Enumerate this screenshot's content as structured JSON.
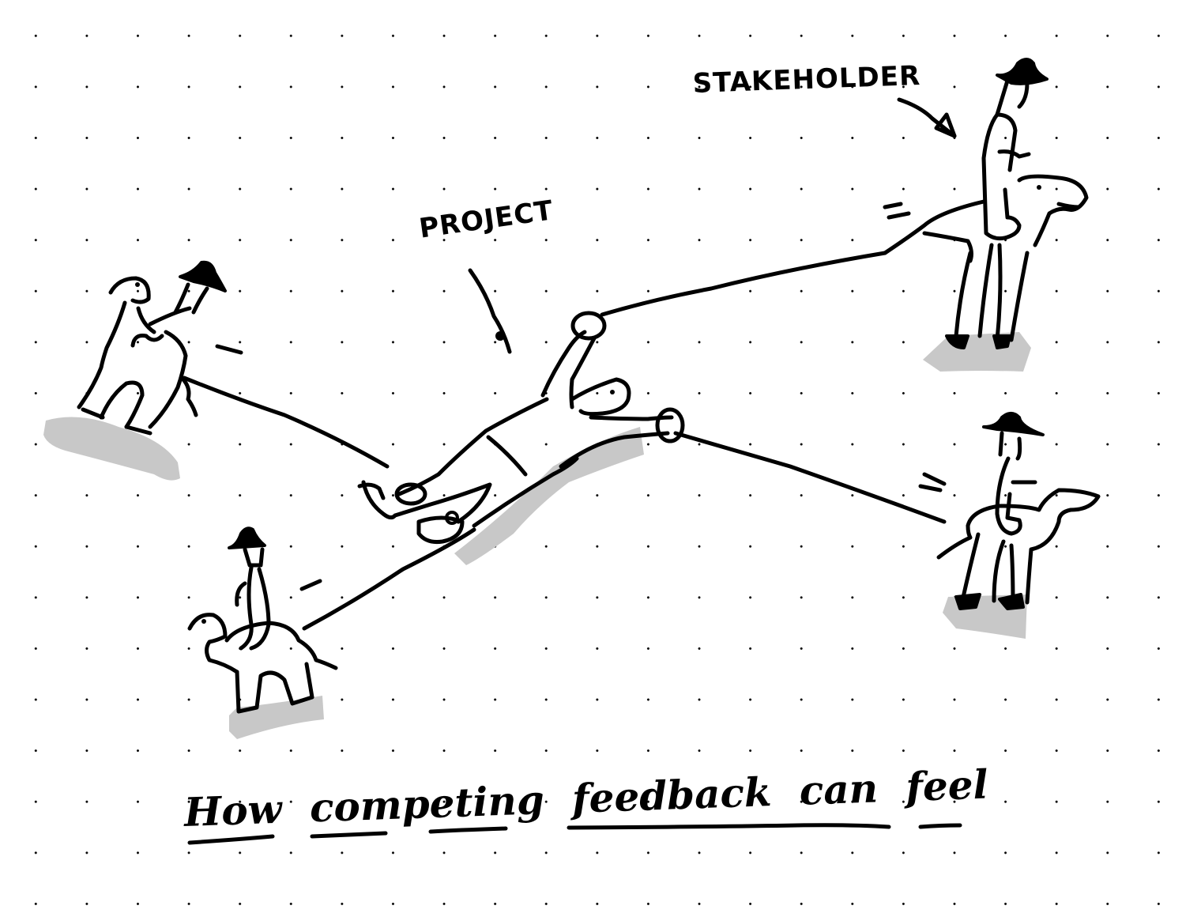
{
  "diagram": {
    "type": "hand-drawn sketch",
    "background": "white dot grid",
    "labels": {
      "stakeholder": "STAKEHOLDER",
      "project": "PROJECT"
    },
    "caption": "How competing feedback can feel",
    "caption_underlined_words": [
      "How",
      "com",
      "peting",
      "feedback can",
      "feel"
    ],
    "figures": [
      {
        "id": "project",
        "description": "Stick figure lying stretched out, arms and legs each roped"
      },
      {
        "id": "rider-top-left",
        "description": "Rider with bowler hat on a long-necked animal, pulling rope to project's foot"
      },
      {
        "id": "rider-bottom-left",
        "description": "Rider with bowler hat on a camel-like animal, pulling rope to project's other foot"
      },
      {
        "id": "rider-top-right",
        "description": "Stakeholder rider with bowler hat on a camel-like animal, pulling rope to project's raised hand"
      },
      {
        "id": "rider-bottom-right",
        "description": "Rider with bowler hat on a camel-like animal, pulling rope to project's other hand"
      }
    ],
    "colors": {
      "ink": "#000000",
      "shadow": "#c8c8c8",
      "paper": "#ffffff"
    }
  }
}
